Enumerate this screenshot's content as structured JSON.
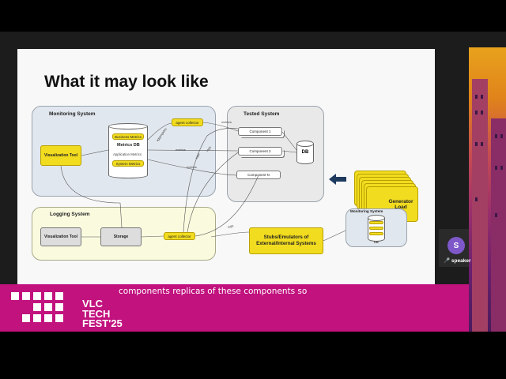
{
  "slide": {
    "title": "What it may look like",
    "monitoring_system": {
      "title": "Monitoring System",
      "visualization_tool": "Visualization Tool",
      "metrics_db": "Metrics DB",
      "business_metrics": "Business Metrics",
      "application_metrics": "Application Metrics",
      "system_metrics": "System Metrics",
      "agent_collector": "agent collector"
    },
    "tested_system": {
      "title": "Tested System",
      "component_1": "Component 1",
      "component_2": "Component 2",
      "component_n": "Component N",
      "db": "DB"
    },
    "logging_system": {
      "title": "Logging System",
      "visualization_tool": "Visualization Tool",
      "storage": "Storage",
      "agent_collector": "agent collector"
    },
    "generator_load": "Generator\nLoad",
    "stubs": "Stubs/Emulators of\nExternal/Internal Systems",
    "monitoring_system_small": {
      "title": "Monitoring System",
      "db": "DB"
    },
    "edge_labels": {
      "metrics": "metrics",
      "logs": "logs",
      "aggregates": "aggregates"
    }
  },
  "speaker": {
    "initial": "S",
    "label": "speaker"
  },
  "banner": {
    "logo_lines": [
      "VLC",
      "TECH",
      "FEST'25"
    ],
    "caption": "components replicas of these components so"
  },
  "colors": {
    "banner": "#c1127e",
    "yellow": "#f2dc1f",
    "navy_arrow": "#1f3a5f",
    "avatar": "#7e58c9"
  }
}
